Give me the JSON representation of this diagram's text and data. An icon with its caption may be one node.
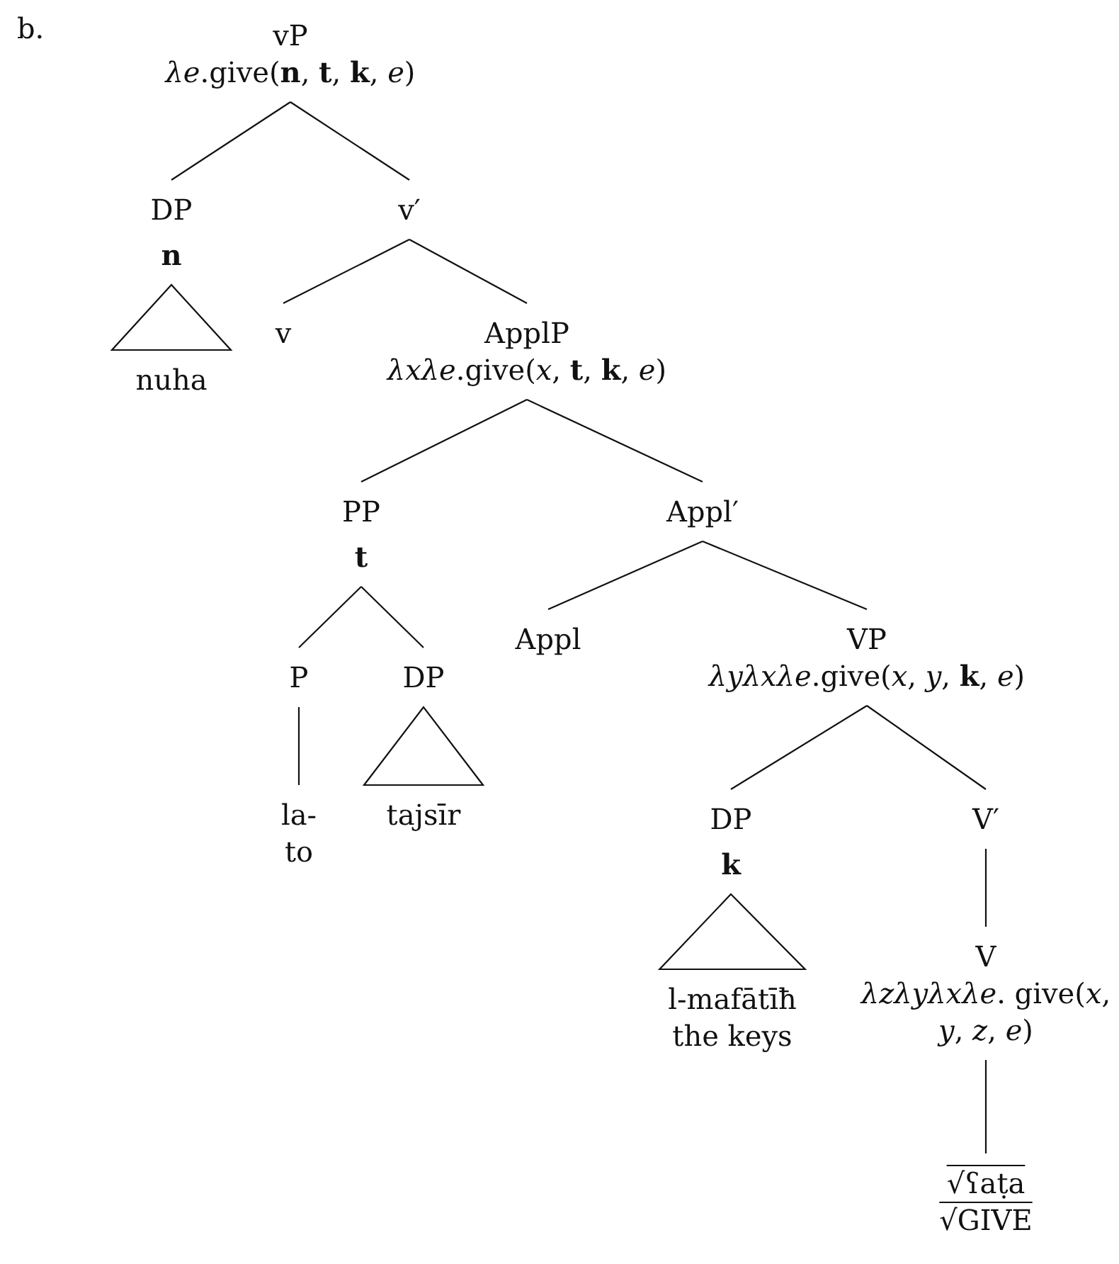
{
  "diagram": {
    "nodes": [
      {
        "text": [
          "vP",
          "*λe*.give(**n**, **t**, **k**, *e*)"
        ]
      },
      {
        "text": [
          "DP",
          "n"
        ]
      },
      {
        "text": [
          "nuha"
        ]
      },
      {
        "text": [
          "v′"
        ]
      },
      {
        "text": [
          "v"
        ]
      },
      {
        "text": [
          "ApplP",
          "*λxλe*.give(*x*, **t**, **k**, *e*)"
        ]
      },
      {
        "text": [
          "PP",
          "t"
        ]
      },
      {
        "text": [
          "Appl′"
        ]
      },
      {
        "text": [
          "P"
        ]
      },
      {
        "text": [
          "DP"
        ]
      },
      {
        "text": [
          "la-",
          "to"
        ]
      },
      {
        "text": [
          "tajsīr"
        ]
      },
      {
        "text": [
          "Appl"
        ]
      },
      {
        "text": [
          "VP",
          "*λyλxλe*.give(*x*, *y*, **k**, *e*)"
        ]
      },
      {
        "text": [
          "DP",
          "k"
        ]
      },
      {
        "text": [
          "V′"
        ]
      },
      {
        "text": [
          "l-mafātīħ",
          "the keys"
        ]
      },
      {
        "text": [
          "V",
          "*λzλyλxλe*. give(*x*, *y*, *z*, *e*)"
        ]
      },
      {
        "text": [
          "√ʕaṭa",
          "√GIVE"
        ]
      }
    ],
    "edges": [
      {
        "from": 0,
        "to": 1,
        "arrow": "none"
      },
      {
        "from": 0,
        "to": 3,
        "arrow": "none"
      },
      {
        "from": 1,
        "to": 2,
        "arrow": "none"
      },
      {
        "from": 3,
        "to": 4,
        "arrow": "none"
      },
      {
        "from": 3,
        "to": 5,
        "arrow": "none"
      },
      {
        "from": 5,
        "to": 6,
        "arrow": "none"
      },
      {
        "from": 5,
        "to": 7,
        "arrow": "none"
      },
      {
        "from": 6,
        "to": 8,
        "arrow": "none"
      },
      {
        "from": 6,
        "to": 9,
        "arrow": "none"
      },
      {
        "from": 8,
        "to": 10,
        "arrow": "none"
      },
      {
        "from": 9,
        "to": 11,
        "arrow": "none"
      },
      {
        "from": 7,
        "to": 12,
        "arrow": "none"
      },
      {
        "from": 7,
        "to": 13,
        "arrow": "none"
      },
      {
        "from": 13,
        "to": 14,
        "arrow": "none"
      },
      {
        "from": 13,
        "to": 15,
        "arrow": "none"
      },
      {
        "from": 14,
        "to": 16,
        "arrow": "none"
      },
      {
        "from": 15,
        "to": 17,
        "arrow": "none"
      },
      {
        "from": 17,
        "to": 18,
        "arrow": "none"
      }
    ],
    "labels": [
      "b."
    ]
  }
}
